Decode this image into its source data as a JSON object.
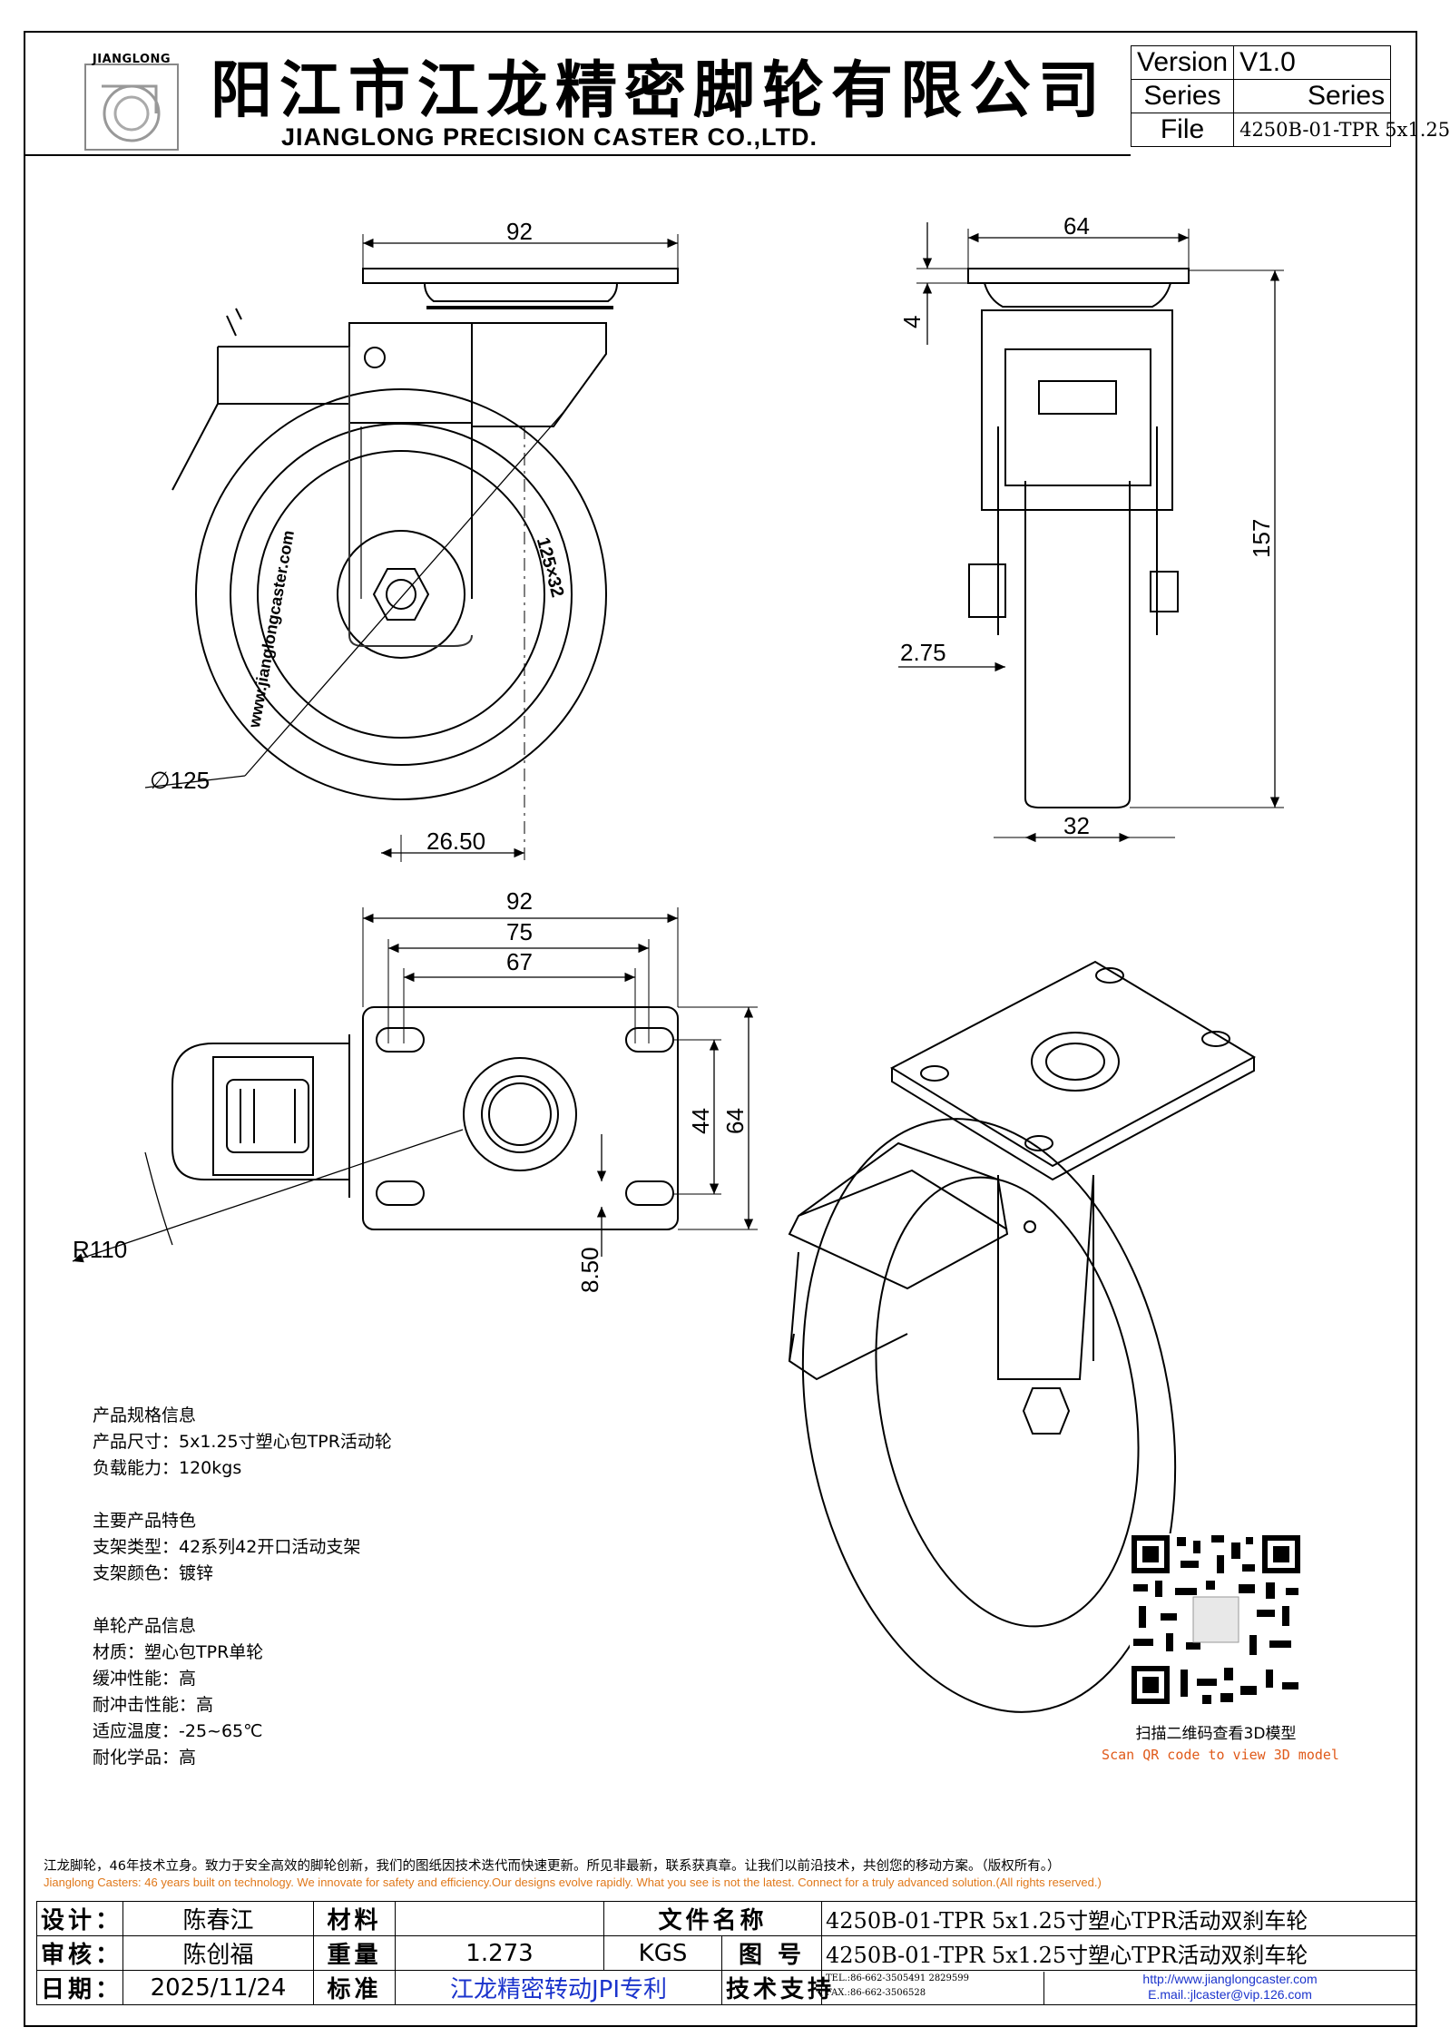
{
  "header": {
    "logo_text": "JIANGLONG",
    "title_cn": "阳江市江龙精密脚轮有限公司",
    "title_en": "JIANGLONG PRECISION CASTER CO.,LTD.",
    "version_label": "Version",
    "version_value": "V1.0",
    "series_label": "Series",
    "series_value": "Series",
    "file_label": "File",
    "file_value": "4250B-01-TPR 5x1.25"
  },
  "dimensions": {
    "side_width": "92",
    "side_offset": "26.50",
    "wheel_dia": "∅125",
    "tire_label": "125×32",
    "url_on_wheel": "www.jianglongcaster.com",
    "front_width": "64",
    "front_plate_t": "4",
    "front_height": "157",
    "front_gap": "2.75",
    "front_tread": "32",
    "top_92": "92",
    "top_75": "75",
    "top_67": "67",
    "top_44": "44",
    "top_64": "64",
    "top_850": "8.50",
    "top_r110": "R110"
  },
  "specs": [
    "产品规格信息",
    "产品尺寸：5x1.25寸塑心包TPR活动轮",
    "负载能力：120kgs",
    "",
    "主要产品特色",
    "支架类型：42系列42开口活动支架",
    "支架颜色：镀锌",
    "",
    "单轮产品信息",
    "材质：塑心包TPR单轮",
    "缓冲性能：高",
    "耐冲击性能：高",
    "适应温度：-25~65℃",
    "耐化学品：高"
  ],
  "qr": {
    "caption_cn": "扫描二维码查看3D模型",
    "caption_en": "Scan QR code to view 3D model"
  },
  "notes": {
    "cn": "江龙脚轮，46年技术立身。致力于安全高效的脚轮创新，我们的图纸因技术迭代而快速更新。所见非最新，联系获真章。让我们以前沿技术，共创您的移动方案。（版权所有。）",
    "en": "Jianglong Casters: 46 years built on technology. We innovate for safety and efficiency.Our designs evolve rapidly. What you see is not the latest. Connect for a truly advanced solution.(All rights reserved.)"
  },
  "title_block": {
    "design_label": "设计：",
    "design_value": "陈春江",
    "material_label": "材料",
    "material_value": "",
    "filename_label": "文件名称",
    "filename_value": "4250B-01-TPR  5x1.25寸塑心TPR活动双刹车轮",
    "review_label": "审核：",
    "review_value": "陈创福",
    "weight_label": "重量",
    "weight_value": "1.273",
    "weight_unit": "KGS",
    "drawing_label": "图      号",
    "drawing_value": "4250B-01-TPR  5x1.25寸塑心TPR活动双刹车轮",
    "date_label": "日期：",
    "date_value": "2025/11/24",
    "standard_label": "标准",
    "standard_value": "江龙精密转动JPI专利",
    "support_label": "技术支持",
    "tel": "TEL.:86-662-3505491  2829599",
    "fax": "FAX.:86-662-3506528",
    "website": "http://www.jianglongcaster.com",
    "email": "E.mail.:jlcaster@vip.126.com"
  }
}
